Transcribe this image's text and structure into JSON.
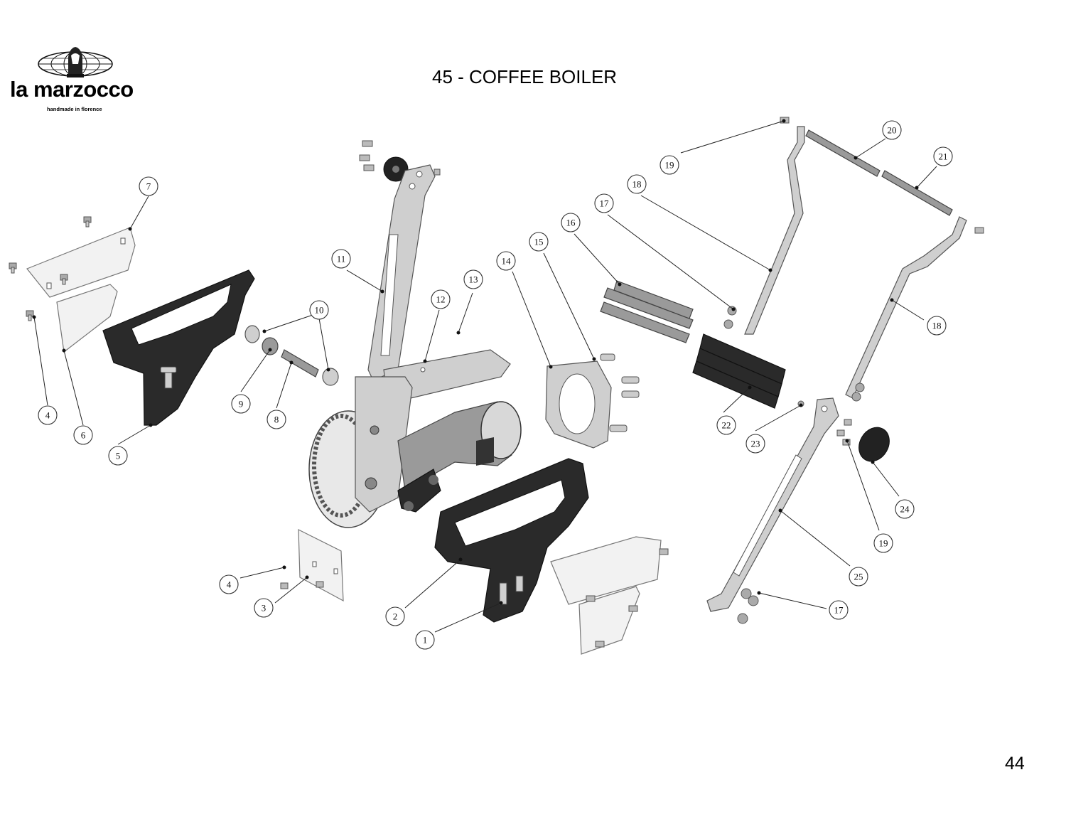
{
  "header": {
    "title": "45 - COFFEE BOILER",
    "page_number": "44"
  },
  "brand": {
    "name": "la marzocco",
    "tagline": "handmade in florence"
  },
  "callouts": [
    {
      "label": "1"
    },
    {
      "label": "2"
    },
    {
      "label": "3"
    },
    {
      "label": "4"
    },
    {
      "label": "4"
    },
    {
      "label": "5"
    },
    {
      "label": "6"
    },
    {
      "label": "7"
    },
    {
      "label": "8"
    },
    {
      "label": "9"
    },
    {
      "label": "10"
    },
    {
      "label": "11"
    },
    {
      "label": "12"
    },
    {
      "label": "13"
    },
    {
      "label": "14"
    },
    {
      "label": "15"
    },
    {
      "label": "16"
    },
    {
      "label": "17"
    },
    {
      "label": "17"
    },
    {
      "label": "18"
    },
    {
      "label": "18"
    },
    {
      "label": "19"
    },
    {
      "label": "19"
    },
    {
      "label": "20"
    },
    {
      "label": "21"
    },
    {
      "label": "22"
    },
    {
      "label": "23"
    },
    {
      "label": "24"
    },
    {
      "label": "25"
    }
  ]
}
